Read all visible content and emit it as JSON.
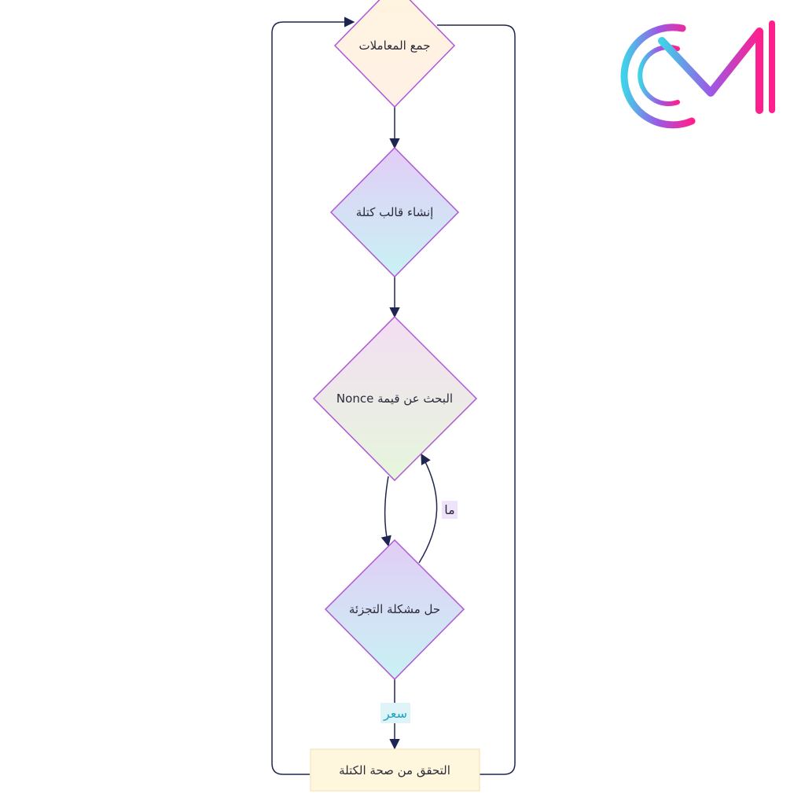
{
  "nodes": {
    "collect": "جمع المعاملات",
    "template": "إنشاء قالب كتلة",
    "nonce": "البحث عن قيمة Nonce",
    "hash": "حل مشكلة التجزئة",
    "verify": "التحقق من صحة الكتلة"
  },
  "edges": {
    "loop_label": "ما",
    "success_label": "سعر"
  },
  "logo": {
    "text": "CM",
    "gradient": [
      "#3fd2e8",
      "#9b59e6",
      "#ff1f8e"
    ]
  },
  "colors": {
    "line": "#1f2550",
    "diamond_stroke": "#b056d6",
    "loop_label_bg": "#efe2fb",
    "success_label_bg": "#dff4f8",
    "success_label_text": "#1aa6c4"
  }
}
